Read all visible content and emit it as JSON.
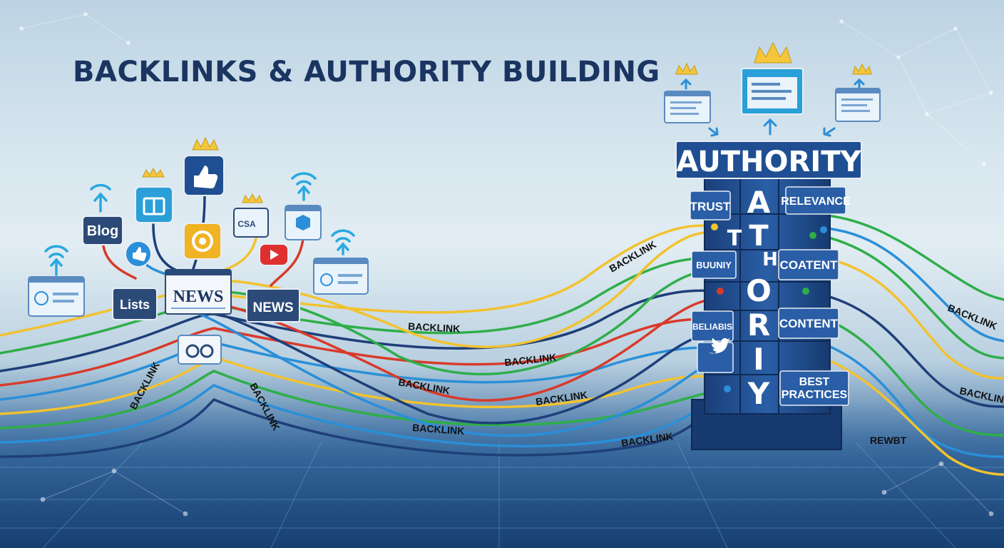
{
  "title": "BACKLINKS & AUTHORITY BUILDING",
  "backlink_labels": [
    "BACKLINK",
    "BACKLINK",
    "BACKLINK",
    "BACKLINK",
    "BACKLINK",
    "BACKLINK",
    "BACKLINK",
    "BACKLINK",
    "BACKLINK",
    "BACKLINK",
    "BACKLINK"
  ],
  "sources": {
    "blog": "Blog",
    "lists": "Lists",
    "news_main": "NEWS",
    "news_secondary": "NEWS",
    "cesa": "CSA"
  },
  "pillar": {
    "header": "AUTHORITY",
    "vertical_letters": [
      "A",
      "T",
      "T",
      "H",
      "O",
      "R",
      "I",
      "Y"
    ],
    "left_blocks": [
      "TRUST",
      "BUUNIY",
      "BELIABIS"
    ],
    "right_blocks": [
      "RELEVANCE",
      "COATENT",
      "CONTENT",
      "BEST PRACTICES"
    ]
  },
  "right_label": "REWBT",
  "colors": {
    "navy": "#1a3561",
    "pillar_blue": "#1f4f92",
    "cable_yellow": "#f2c230",
    "cable_green": "#2fae4a",
    "cable_blue": "#2a8fd8",
    "cable_navy": "#1f3f7a",
    "cable_red": "#d93a2b",
    "crown_gold": "#f3c63b"
  }
}
